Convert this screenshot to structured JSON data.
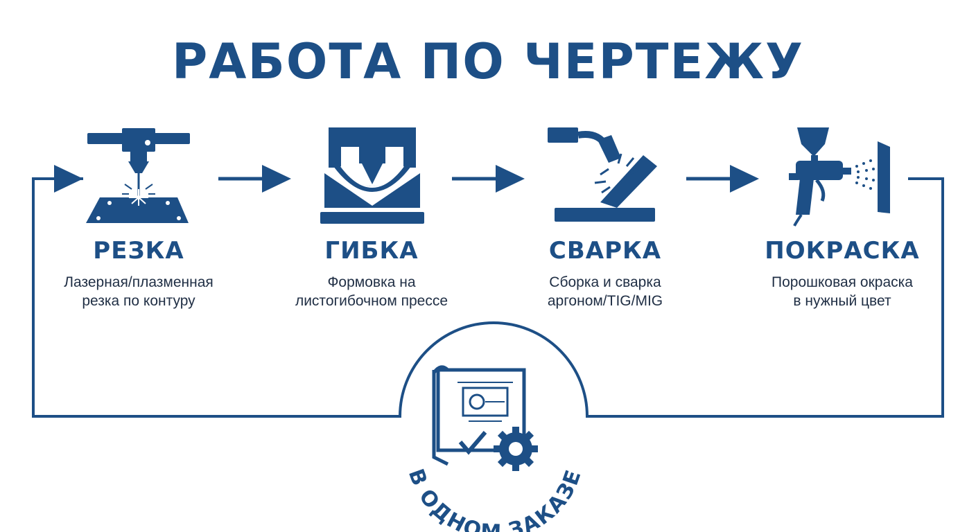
{
  "title": "РАБОТА ПО ЧЕРТЕЖУ",
  "steps": [
    {
      "name": "РЕЗКА",
      "description": "Лазерная/плазменная\nрезка по контуру",
      "icon": "laser-cutter-icon"
    },
    {
      "name": "ГИБКА",
      "description": "Формовка на\nлистогибочном прессе",
      "icon": "press-brake-icon"
    },
    {
      "name": "СВАРКА",
      "description": "Сборка и сварка\nаргоном/TIG/MIG",
      "icon": "welding-torch-icon"
    },
    {
      "name": "ПОКРАСКА",
      "description": "Порошковая окраска\nв нужный цвет",
      "icon": "spray-gun-icon"
    }
  ],
  "badge": {
    "text": "В ОДНОМ ЗАКАЗЕ",
    "icon": "blueprint-gear-check-icon"
  },
  "colors": {
    "primary": "#1d4f86",
    "text": "#1f2e44",
    "background": "#ffffff"
  }
}
